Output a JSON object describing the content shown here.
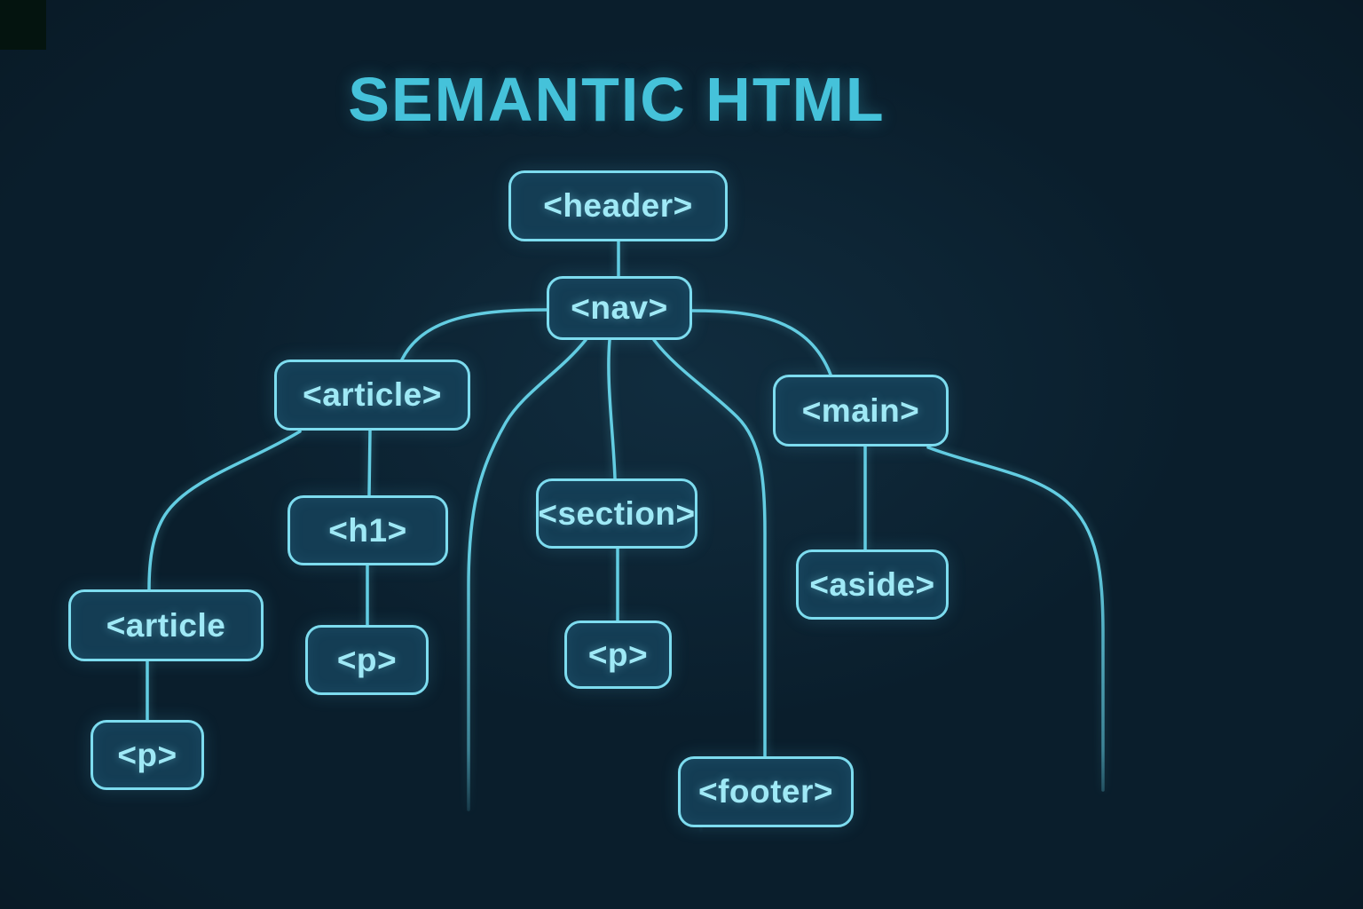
{
  "title": "SEMANTIC HTML",
  "diagram": {
    "nodes": [
      {
        "id": "header",
        "label": "<header>"
      },
      {
        "id": "nav",
        "label": "<nav>"
      },
      {
        "id": "article",
        "label": "<article>"
      },
      {
        "id": "main",
        "label": "<main>"
      },
      {
        "id": "section",
        "label": "<section>"
      },
      {
        "id": "h1",
        "label": "<h1>"
      },
      {
        "id": "aside",
        "label": "<aside>"
      },
      {
        "id": "article-child",
        "label": "<article"
      },
      {
        "id": "p-under-h1",
        "label": "<p>"
      },
      {
        "id": "p-under-section",
        "label": "<p>"
      },
      {
        "id": "footer",
        "label": "<footer>"
      },
      {
        "id": "p-under-article",
        "label": "<p>"
      }
    ],
    "edges": [
      {
        "from": "header",
        "to": "nav"
      },
      {
        "from": "nav",
        "to": "article"
      },
      {
        "from": "nav",
        "to": "main"
      },
      {
        "from": "nav",
        "to": "section"
      },
      {
        "from": "nav",
        "to": "footer"
      },
      {
        "from": "article",
        "to": "h1"
      },
      {
        "from": "article",
        "to": "article-child"
      },
      {
        "from": "h1",
        "to": "p-under-h1"
      },
      {
        "from": "section",
        "to": "p-under-section"
      },
      {
        "from": "main",
        "to": "aside"
      },
      {
        "from": "article-child",
        "to": "p-under-article"
      }
    ],
    "colors": {
      "background": "#0a1e2c",
      "box_fill": "#143d54",
      "box_border": "#7ddcef",
      "text": "#9fe9f6",
      "title": "#45c2da",
      "line": "#63cde2"
    }
  }
}
